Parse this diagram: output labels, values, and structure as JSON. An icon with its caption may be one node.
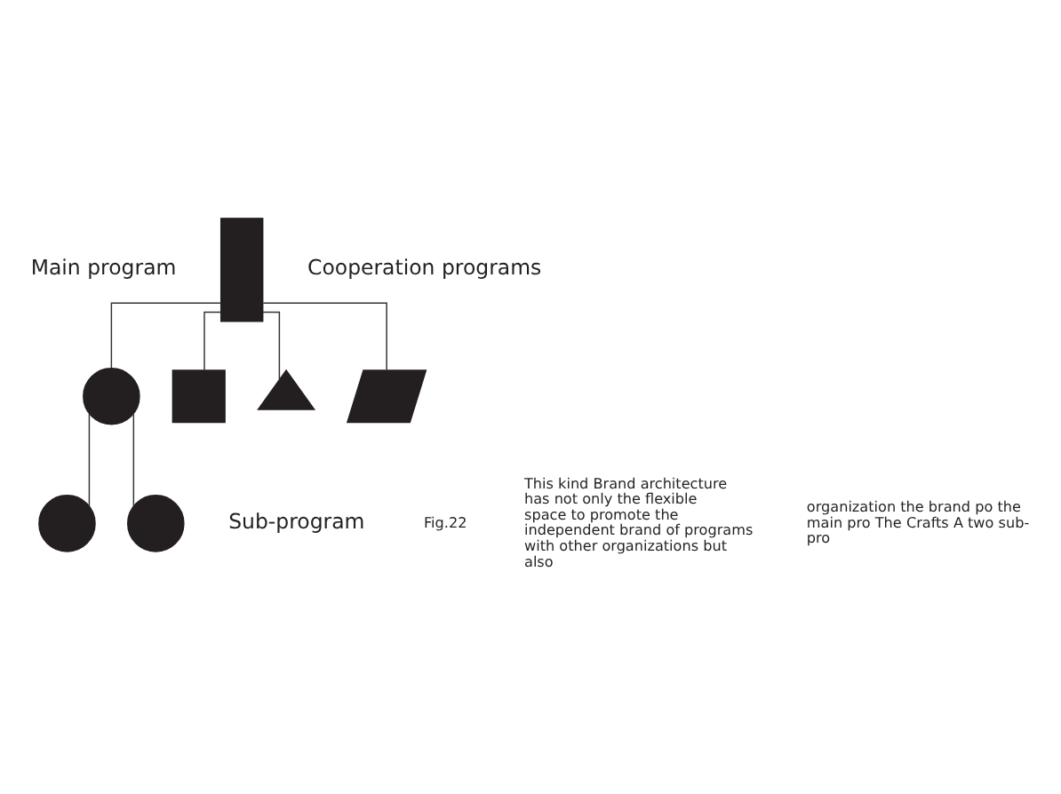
{
  "diagram": {
    "nodes": [
      {
        "text": [],
        "shape": "box"
      },
      {
        "text": [],
        "shape": "circle"
      },
      {
        "text": [],
        "shape": "box"
      },
      {
        "text": [],
        "shape": "triangle"
      },
      {
        "text": [],
        "shape": "parallelogram"
      },
      {
        "text": [],
        "shape": "circle"
      },
      {
        "text": [],
        "shape": "circle"
      }
    ],
    "edges": [
      {
        "from": 0,
        "to": 1,
        "arrow": "none"
      },
      {
        "from": 0,
        "to": 2,
        "arrow": "none"
      },
      {
        "from": 0,
        "to": 3,
        "arrow": "none"
      },
      {
        "from": 0,
        "to": 4,
        "arrow": "none"
      },
      {
        "from": 1,
        "to": 5,
        "arrow": "none"
      },
      {
        "from": 1,
        "to": 6,
        "arrow": "none"
      }
    ],
    "labels": [
      "Main program",
      "Cooperation programs",
      "Sub-program",
      "Fig.22",
      "This kind Brand architecture has not only the flexible space to promote the independent brand of programs with other organizations but also",
      "organization the brand po the main pro The Crafts A two sub-pro"
    ]
  }
}
